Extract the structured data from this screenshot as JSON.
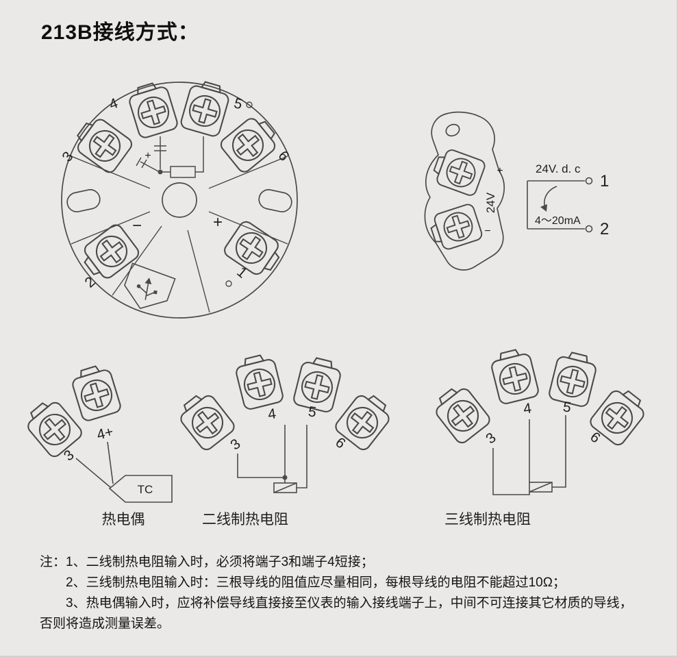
{
  "title": "213B接线方式：",
  "colors": {
    "background": "#eae9e8",
    "line": "#4a4a4a",
    "text": "#1f1f1f"
  },
  "main_head": {
    "terminals": [
      "3",
      "4",
      "5",
      "6",
      "1",
      "2"
    ],
    "minus": "−",
    "plus": "+",
    "wiring_plus": "+"
  },
  "side_module": {
    "plus": "+",
    "voltage": "24V",
    "minus": "−"
  },
  "power_circuit": {
    "supply": "24V. d. c",
    "terminal_top": "1",
    "terminal_bottom": "2",
    "current": "4～20mA"
  },
  "diagrams": {
    "thermocouple": {
      "terminals": [
        "3",
        "4+"
      ],
      "component": "TC",
      "caption": "热电偶"
    },
    "rtd2": {
      "terminals": [
        "3",
        "4",
        "5",
        "6"
      ],
      "caption": "二线制热电阻"
    },
    "rtd3": {
      "terminals": [
        "3",
        "4",
        "5",
        "6"
      ],
      "caption": "三线制热电阻"
    }
  },
  "notes": {
    "prefix": "注：",
    "items": [
      "1、二线制热电阻输入时，必须将端子3和端子4短接；",
      "2、三线制热电阻输入时：三根导线的阻值应尽量相同，每根导线的电阻不能超过10Ω；",
      "3、热电偶输入时，应将补偿导线直接接至仪表的输入接线端子上，中间不可连接其它材质的导线，否则将造成测量误差。"
    ]
  }
}
